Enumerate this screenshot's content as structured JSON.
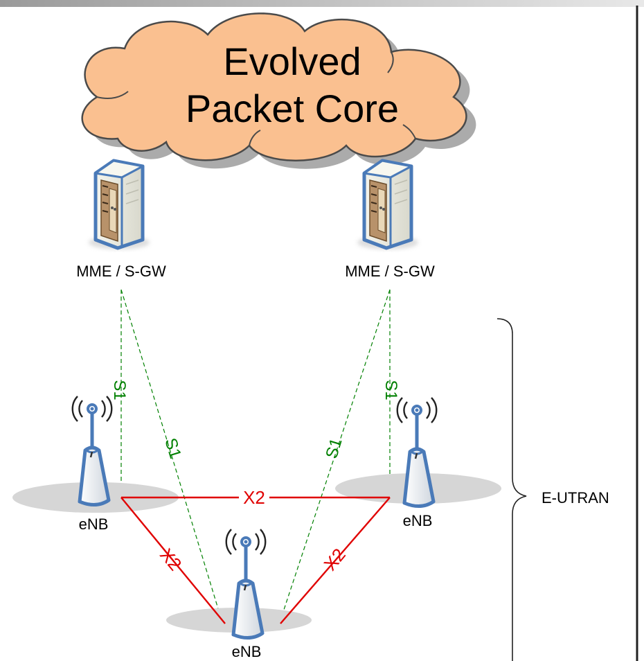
{
  "cloud": {
    "line1": "Evolved",
    "line2": "Packet Core",
    "fill": "#FAC090",
    "stroke": "#4A4A4A"
  },
  "servers": [
    {
      "label": "MME / S-GW",
      "icon": "server-rack-icon"
    },
    {
      "label": "MME / S-GW",
      "icon": "server-rack-icon"
    }
  ],
  "enodebs": [
    {
      "label": "eNB",
      "icon": "antenna-tower-icon"
    },
    {
      "label": "eNB",
      "icon": "antenna-tower-icon"
    },
    {
      "label": "eNB",
      "icon": "antenna-tower-icon"
    }
  ],
  "interfaces": {
    "s1_label": "S1",
    "s1_color": "#008000",
    "x2_label": "X2",
    "x2_color": "#E00000"
  },
  "region": {
    "label": "E-UTRAN"
  }
}
